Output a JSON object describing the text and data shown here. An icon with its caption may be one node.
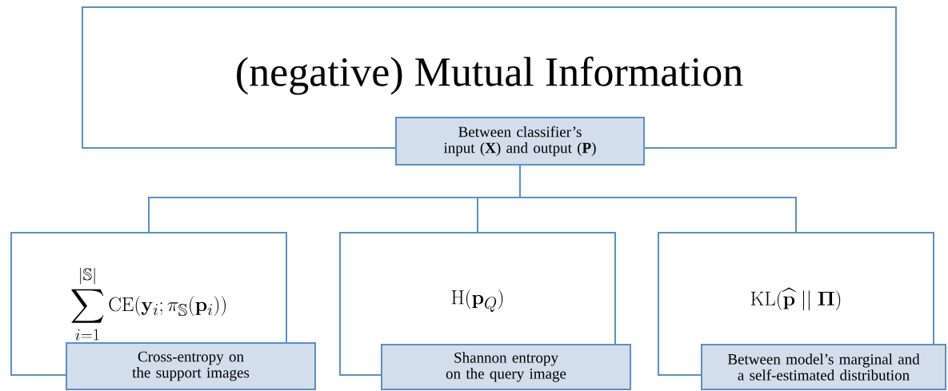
{
  "diagram": {
    "nodes": [
      {
        "text": [
          "(negative) Mutual Information"
        ]
      },
      {
        "text": [
          "Between classifier’s input (**X**) and output (**P**)"
        ]
      },
      {
        "text": [
          "\\sum_{i=1}^{|\\mathbb{S}|} \\mathrm{CE}(\\mathbf{y}_i; \\pi_{\\mathbb{S}}(\\mathbf{p}_i))"
        ]
      },
      {
        "text": [
          "Cross-entropy on the support images"
        ]
      },
      {
        "text": [
          "\\mathrm{H}(\\mathbf{p}_Q)"
        ]
      },
      {
        "text": [
          "Shannon entropy on the query image"
        ]
      },
      {
        "text": [
          "\\mathrm{KL}(\\widehat{\\mathbf{p}} \\mid\\mid \\mathbf{\\Pi})"
        ]
      },
      {
        "text": [
          "Between model’s marginal and a self-estimated distribution"
        ]
      }
    ],
    "edges": [
      {
        "from": 1,
        "to": 2,
        "arrow": "none"
      },
      {
        "from": 1,
        "to": 4,
        "arrow": "none"
      },
      {
        "from": 1,
        "to": 6,
        "arrow": "none"
      }
    ]
  }
}
